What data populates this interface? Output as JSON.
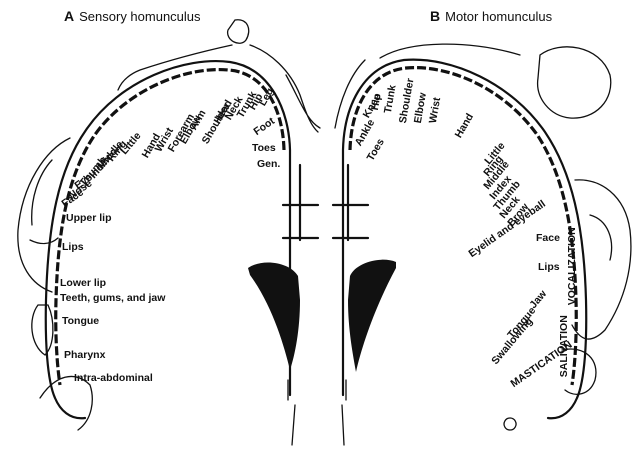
{
  "panel_a": {
    "letter": "A",
    "title": "Sensory homunculus",
    "labels": [
      "Leg",
      "Hip",
      "Trunk",
      "Neck",
      "Head",
      "Shoulder",
      "Arm",
      "Elbow",
      "Forearm",
      "Wrist",
      "Hand",
      "Little",
      "Ring",
      "Middle",
      "Index",
      "Thumb",
      "Eye",
      "Nose",
      "Face",
      "Upper lip",
      "Lips",
      "Lower lip",
      "Teeth, gums, and jaw",
      "Tongue",
      "Pharynx",
      "Intra-abdominal",
      "Foot",
      "Toes",
      "Gen."
    ]
  },
  "panel_b": {
    "letter": "B",
    "title": "Motor homunculus",
    "labels": [
      "Toes",
      "Ankle",
      "Knee",
      "Hip",
      "Trunk",
      "Shoulder",
      "Elbow",
      "Wrist",
      "Hand",
      "Little",
      "Ring",
      "Middle",
      "Index",
      "Thumb",
      "Neck",
      "Brow",
      "Eyelid and eyeball",
      "Face",
      "Lips",
      "Jaw",
      "Tongue",
      "Swallowing",
      "VOCALIZATION",
      "SALIVATION",
      "MASTICATION"
    ]
  },
  "colors": {
    "ink": "#111111",
    "background": "#ffffff"
  }
}
